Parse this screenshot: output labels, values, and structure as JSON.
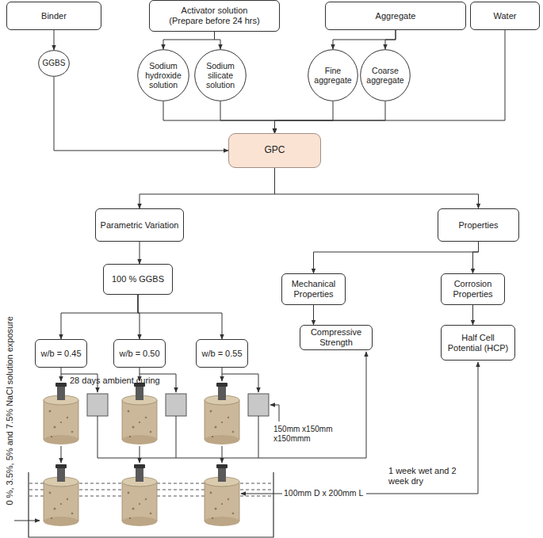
{
  "diagram": {
    "nodes": [
      {
        "text": [
          "Binder"
        ]
      },
      {
        "text": [
          "Activator solution (Prepare before 24 hrs)"
        ]
      },
      {
        "text": [
          "Aggregate"
        ]
      },
      {
        "text": [
          "Water"
        ]
      },
      {
        "text": [
          "GGBS"
        ]
      },
      {
        "text": [
          "Sodium hydroxide solution"
        ]
      },
      {
        "text": [
          "Sodium silicate solution"
        ]
      },
      {
        "text": [
          "Fine aggregate"
        ]
      },
      {
        "text": [
          "Coarse aggregate"
        ]
      },
      {
        "text": [
          "GPC"
        ]
      },
      {
        "text": [
          "Parametric Variation"
        ]
      },
      {
        "text": [
          "Properties"
        ]
      },
      {
        "text": [
          "100 % GGBS"
        ]
      },
      {
        "text": [
          "Mechanical Properties"
        ]
      },
      {
        "text": [
          "Corrosion Properties"
        ]
      },
      {
        "text": [
          "w/b = 0.45"
        ]
      },
      {
        "text": [
          "w/b = 0.50"
        ]
      },
      {
        "text": [
          "w/b = 0.55"
        ]
      },
      {
        "text": [
          "Compressive Strength"
        ]
      },
      {
        "text": [
          "Half Cell Potential (HCP)"
        ]
      }
    ],
    "edges": [
      {
        "from": 0,
        "to": 4,
        "arrow": "to"
      },
      {
        "from": 1,
        "to": 5,
        "arrow": "to"
      },
      {
        "from": 1,
        "to": 6,
        "arrow": "to"
      },
      {
        "from": 2,
        "to": 7,
        "arrow": "to"
      },
      {
        "from": 2,
        "to": 8,
        "arrow": "to"
      },
      {
        "from": 4,
        "to": 9,
        "arrow": "to"
      },
      {
        "from": 5,
        "to": 9,
        "arrow": "to"
      },
      {
        "from": 6,
        "to": 9,
        "arrow": "to"
      },
      {
        "from": 7,
        "to": 9,
        "arrow": "to"
      },
      {
        "from": 8,
        "to": 9,
        "arrow": "to"
      },
      {
        "from": 3,
        "to": 9,
        "arrow": "to"
      },
      {
        "from": 9,
        "to": 10,
        "arrow": "to"
      },
      {
        "from": 9,
        "to": 11,
        "arrow": "to"
      },
      {
        "from": 10,
        "to": 12,
        "arrow": "to"
      },
      {
        "from": 12,
        "to": 15,
        "arrow": "to"
      },
      {
        "from": 12,
        "to": 16,
        "arrow": "to"
      },
      {
        "from": 12,
        "to": 17,
        "arrow": "to"
      },
      {
        "from": 11,
        "to": 13,
        "arrow": "to"
      },
      {
        "from": 11,
        "to": 14,
        "arrow": "to"
      },
      {
        "from": 13,
        "to": 18,
        "arrow": "to"
      },
      {
        "from": 14,
        "to": 19,
        "arrow": "to"
      }
    ],
    "labels": [
      "28 days ambient curing",
      "150mm x150mm x150mmm",
      "100mm D x 200mm L",
      "1 week wet and 2 week dry",
      "0 %, 3.5%, 5% and 7.5% NaCl solution exposure"
    ]
  }
}
